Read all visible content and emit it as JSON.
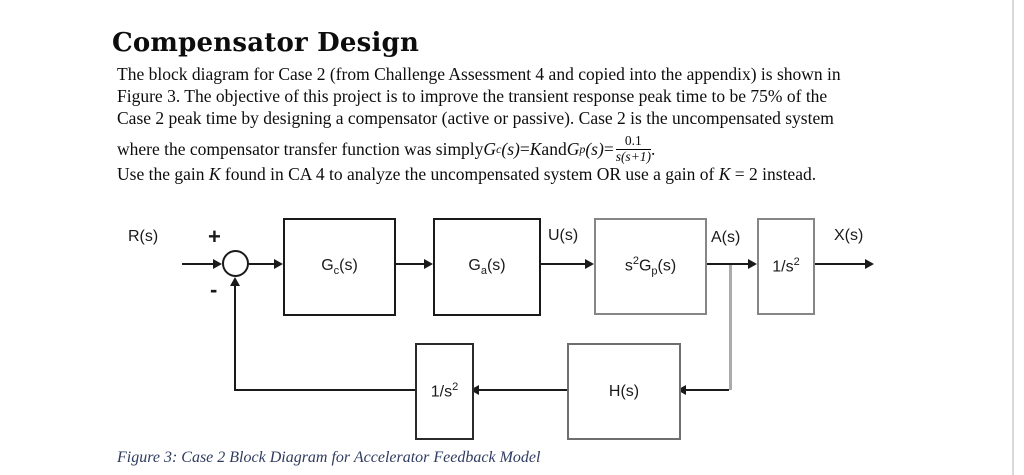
{
  "article": {
    "title": "Compensator Design",
    "para_line1": "The block diagram for Case 2 (from Challenge Assessment 4 and copied into the appendix) is shown in",
    "para_line2": "Figure 3. The objective of this project is to improve the transient response peak time to be 75% of the",
    "para_line3": "Case 2 peak time by designing a compensator (active or passive). Case 2 is the uncompensated system",
    "line4": {
      "pre": "where the compensator transfer function was simply ",
      "g1": "G",
      "g1_sub": "c",
      "g1_rest": "(s)",
      "eq1": " = ",
      "k": "K",
      "and": " and ",
      "g2": "G",
      "g2_sub": "p",
      "g2_rest": "(s)",
      "eq2": " = ",
      "frac_num": "0.1",
      "frac_den": "s(s+1)",
      "period": "."
    },
    "line5": {
      "pre": "Use the gain ",
      "k1": "K",
      "mid": " found in CA 4 to analyze the uncompensated system OR use a gain of ",
      "k2": "K",
      "post": " = 2 instead."
    }
  },
  "diagram": {
    "input_label": "R(s)",
    "sum": {
      "plus": "+",
      "minus": "-"
    },
    "signals": {
      "u": "U(s)",
      "a": "A(s)",
      "x": "X(s)"
    },
    "blocks": {
      "gc": {
        "main": "G",
        "sub": "c",
        "rest": "(s)"
      },
      "ga": {
        "main": "G",
        "sub": "a",
        "rest": "(s)"
      },
      "gp": {
        "pre": "s",
        "sup": "2",
        "main": "G",
        "sub": "p",
        "rest": "(s)"
      },
      "integrator_top": {
        "main": "1/s",
        "sup": "2"
      },
      "integrator_bottom": {
        "main": "1/s",
        "sup": "2"
      },
      "h": {
        "main": "H(s)"
      }
    }
  },
  "caption": {
    "text": "Figure 3: Case 2 Block Diagram for Accelerator Feedback Model",
    "color": "#2f3c5f"
  }
}
